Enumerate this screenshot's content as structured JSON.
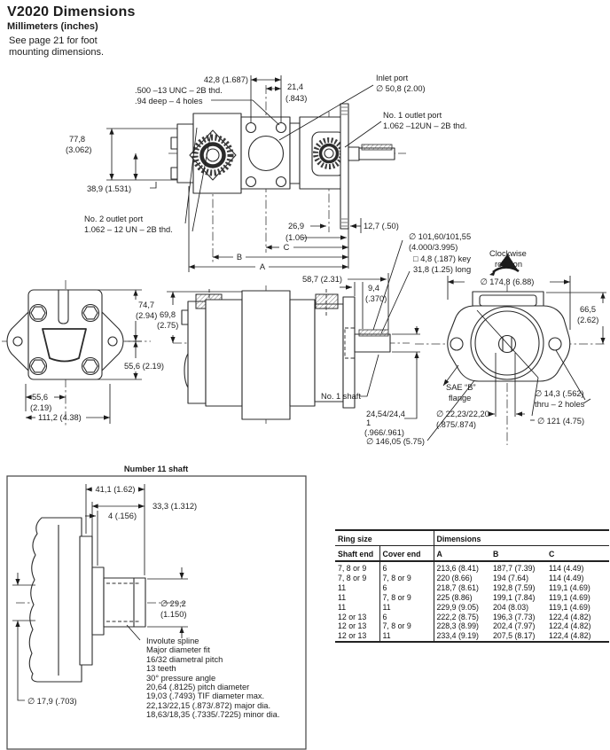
{
  "colors": {
    "ink": "#1c1c1c",
    "paper": "#ffffff"
  },
  "header": {
    "title": "V2020 Dimensions",
    "subtitle": "Millimeters (inches)",
    "note_line1": "See page 21 for foot",
    "note_line2": "mounting dimensions."
  },
  "top_view": {
    "dim_42_8": "42,8 (1.687)",
    "thd_line1": ".500 –13  UNC – 2B thd.",
    "thd_line2": ".94 deep – 4 holes",
    "dim_21_4_mm": "21,4",
    "dim_21_4_in": "(.843)",
    "inlet_line1": "Inlet port",
    "inlet_line2": "∅ 50,8 (2.00)",
    "outlet1_line1": "No. 1 outlet port",
    "outlet1_line2": "1.062 –12UN – 2B thd.",
    "dim_77_8_mm": "77,8",
    "dim_77_8_in": "(3.062)",
    "dim_38_9": "38,9 (1.531)",
    "outlet2_line1": "No. 2 outlet port",
    "outlet2_line2": "1.062 – 12 UN – 2B thd.",
    "dim_26_9_mm": "26,9",
    "dim_26_9_in": "(1.06)",
    "dim_12_7": "12,7 (.50)",
    "label_c": "C",
    "label_b": "B",
    "label_a": "A"
  },
  "side_view": {
    "dim_58_7": "58,7 (2.31)",
    "dim_9_4_mm": "9,4",
    "dim_9_4_in": "(.370)",
    "bore_line1": "∅ 101,60/101,55",
    "bore_line2": "(4.000/3.995)",
    "key_line1": "□ 4,8 (.187)  key",
    "key_line2": "31,8 (1.25) long",
    "rotation_line1": "Clockwise",
    "rotation_line2": "rotation",
    "dim_69_8_mm": "69,8",
    "dim_69_8_in": "(2.75)",
    "shaft_label": "No. 1 shaft",
    "shaft_dia_line1": "24,54/24,4",
    "shaft_dia_line2": "1",
    "shaft_dia_line3": "(.966/.961)",
    "dim_146": "∅ 146,05 (5.75)"
  },
  "front_view": {
    "dim_74_7_mm": "74,7",
    "dim_74_7_in": "(2.94)",
    "dim_55_6_right": "55,6 (2.19)",
    "dim_55_6_mm": "55,6",
    "dim_55_6_in": "(2.19)",
    "dim_111_2": "111,2 (4.38)"
  },
  "rear_view": {
    "dim_174_8": "∅ 174,8 (6.88)",
    "dim_66_5_mm": "66,5",
    "dim_66_5_in": "(2.62)",
    "flange_line1": "SAE “B”",
    "flange_line2": "flange",
    "pilot_line1": "∅ 22,23/22,20",
    "pilot_line2": "(.875/.874)",
    "holes_line1": "∅ 14,3 (.562)",
    "holes_line2": "thru – 2 holes",
    "dim_121": "∅ 121 (4.75)"
  },
  "shaft_box": {
    "title": "Number 11 shaft",
    "dim_41_1": "41,1 (1.62)",
    "dim_33_3": "33,3 (1.312)",
    "dim_4": "4 (.156)",
    "dim_29_2_mm": "∅ 29,2",
    "dim_29_2_in": "(1.150)",
    "dim_17_9": "∅ 17,9 (.703)",
    "notes": [
      "Involute spline",
      "Major diameter fit",
      "16/32 diametral pitch",
      "13 teeth",
      "30° pressure angle",
      "20,64 (.8125) pitch diameter",
      "19,03 (.7493) TIF diameter max.",
      "22,13/22,15 (.873/.872) major dia.",
      "18,63/18,35 (.7335/.7225) minor dia."
    ]
  },
  "table": {
    "group_headers": [
      "Ring size",
      "Dimensions"
    ],
    "columns": [
      "Shaft end",
      "Cover end",
      "A",
      "B",
      "C"
    ],
    "rows": [
      [
        "7, 8 or 9",
        "6",
        "213,6 (8.41)",
        "187,7 (7.39)",
        "114 (4.49)"
      ],
      [
        "7, 8 or 9",
        "7, 8 or 9",
        "220 (8.66)",
        "194 (7.64)",
        "114 (4.49)"
      ],
      [
        "11",
        "6",
        "218,7 (8.61)",
        "192,8 (7.59)",
        "119,1 (4.69)"
      ],
      [
        "11",
        "7, 8 or 9",
        "225 (8.86)",
        "199,1 (7.84)",
        "119,1 (4.69)"
      ],
      [
        "11",
        "11",
        "229,9 (9.05)",
        "204 (8.03)",
        "119,1 (4.69)"
      ],
      [
        "12 or 13",
        "6",
        "222,2 (8.75)",
        "196,3 (7.73)",
        "122,4 (4.82)"
      ],
      [
        "12 or 13",
        "7, 8 or 9",
        "228,3 (8.99)",
        "202,4 (7.97)",
        "122,4 (4.82)"
      ],
      [
        "12 or 13",
        "11",
        "233,4 (9.19)",
        "207,5 (8.17)",
        "122,4 (4.82)"
      ]
    ]
  }
}
